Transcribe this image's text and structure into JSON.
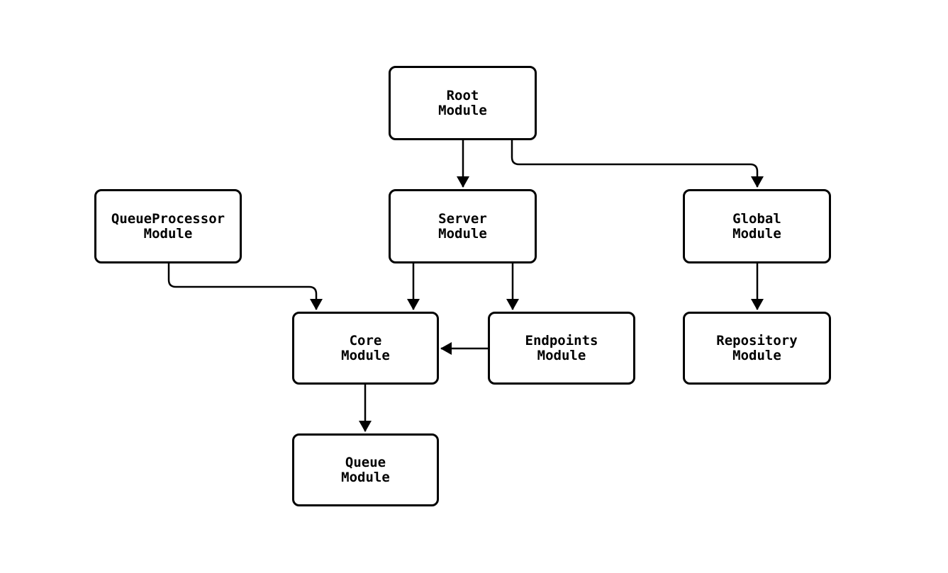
{
  "colors": {
    "background": "#ffffff",
    "node_fill": "#ffffff",
    "node_border": "#000000",
    "line": "#000000",
    "text": "#000000"
  },
  "nodes": {
    "root": {
      "label": "Root\nModule"
    },
    "queueprocessor": {
      "label": "QueueProcessor\nModule"
    },
    "server": {
      "label": "Server\nModule"
    },
    "global": {
      "label": "Global\nModule"
    },
    "core": {
      "label": "Core\nModule"
    },
    "endpoints": {
      "label": "Endpoints\nModule"
    },
    "repository": {
      "label": "Repository\nModule"
    },
    "queue": {
      "label": "Queue\nModule"
    }
  },
  "edges": [
    {
      "from": "Root Module",
      "to": "Server Module"
    },
    {
      "from": "Root Module",
      "to": "Global Module"
    },
    {
      "from": "QueueProcessor Module",
      "to": "Core Module"
    },
    {
      "from": "Server Module",
      "to": "Core Module"
    },
    {
      "from": "Server Module",
      "to": "Endpoints Module"
    },
    {
      "from": "Endpoints Module",
      "to": "Core Module"
    },
    {
      "from": "Global Module",
      "to": "Repository Module"
    },
    {
      "from": "Core Module",
      "to": "Queue Module"
    }
  ]
}
